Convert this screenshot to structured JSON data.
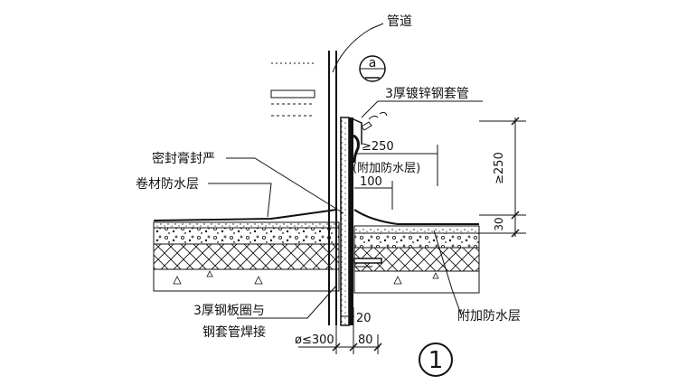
{
  "labels": {
    "pipe": "管道",
    "sleeve": "3厚镀锌钢套管",
    "sealant": "密封膏封严",
    "membrane": "卷材防水层",
    "plate_line1": "3厚钢板圈与",
    "plate_line2": "钢套管焊接",
    "additional_bottom": "附加防水层",
    "additional_paren": "(附加防水层)"
  },
  "callout": {
    "letter": "a",
    "index": "1"
  },
  "dimensions": {
    "min_250_top": "≥250",
    "len_100": "100",
    "vert_250": "≥250",
    "vert_30": "30",
    "len_20": "20",
    "diameter": "ø≤300",
    "len_80": "80"
  },
  "colors": {
    "line": "#111111",
    "background": "#ffffff"
  }
}
